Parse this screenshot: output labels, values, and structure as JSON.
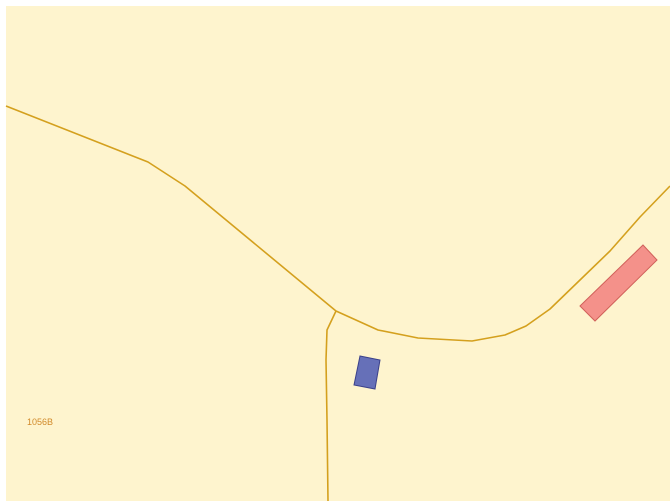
{
  "map": {
    "colors": {
      "background_outer": "#ffffff",
      "land_fill": "#fef4ce",
      "boundary_line": "#d4a01e",
      "label_text": "#d18a2a",
      "building_blue_fill": "#6670b8",
      "building_blue_stroke": "#3b418a",
      "building_red_fill": "#f4918a",
      "building_red_stroke": "#d0605a"
    },
    "parcel_labels": [
      {
        "id": "parcel-1056b",
        "text": "1056B"
      }
    ],
    "features": [
      {
        "id": "boundary-road-upper",
        "type": "boundary-line"
      },
      {
        "id": "boundary-road-lower",
        "type": "boundary-line"
      },
      {
        "id": "boundary-vertical",
        "type": "boundary-line"
      },
      {
        "id": "building-blue",
        "type": "building"
      },
      {
        "id": "building-red",
        "type": "building"
      }
    ]
  }
}
